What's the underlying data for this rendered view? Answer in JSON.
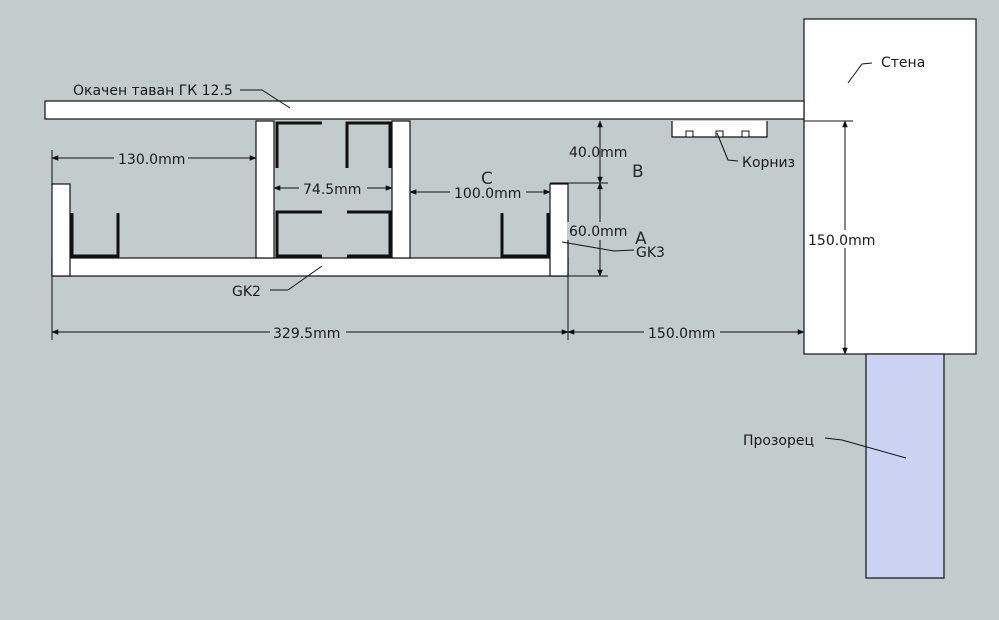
{
  "labels": {
    "ceiling": "Окачен таван ГК 12.5",
    "wall": "Стена",
    "cornice": "Корниз",
    "window": "Прозорец",
    "gk2": "GK2",
    "gk3": "GK3",
    "point_a": "A",
    "point_b": "B",
    "point_c": "C"
  },
  "dimensions": {
    "d130": "130.0mm",
    "d74_5": "74.5mm",
    "d100": "100.0mm",
    "d40": "40.0mm",
    "d60": "60.0mm",
    "d150_vertical": "150.0mm",
    "d329_5": "329.5mm",
    "d150_horizontal": "150.0mm"
  },
  "colors": {
    "background": "#c2cccc",
    "window_fill": "#ccd2f2",
    "board": "#ffffff"
  }
}
